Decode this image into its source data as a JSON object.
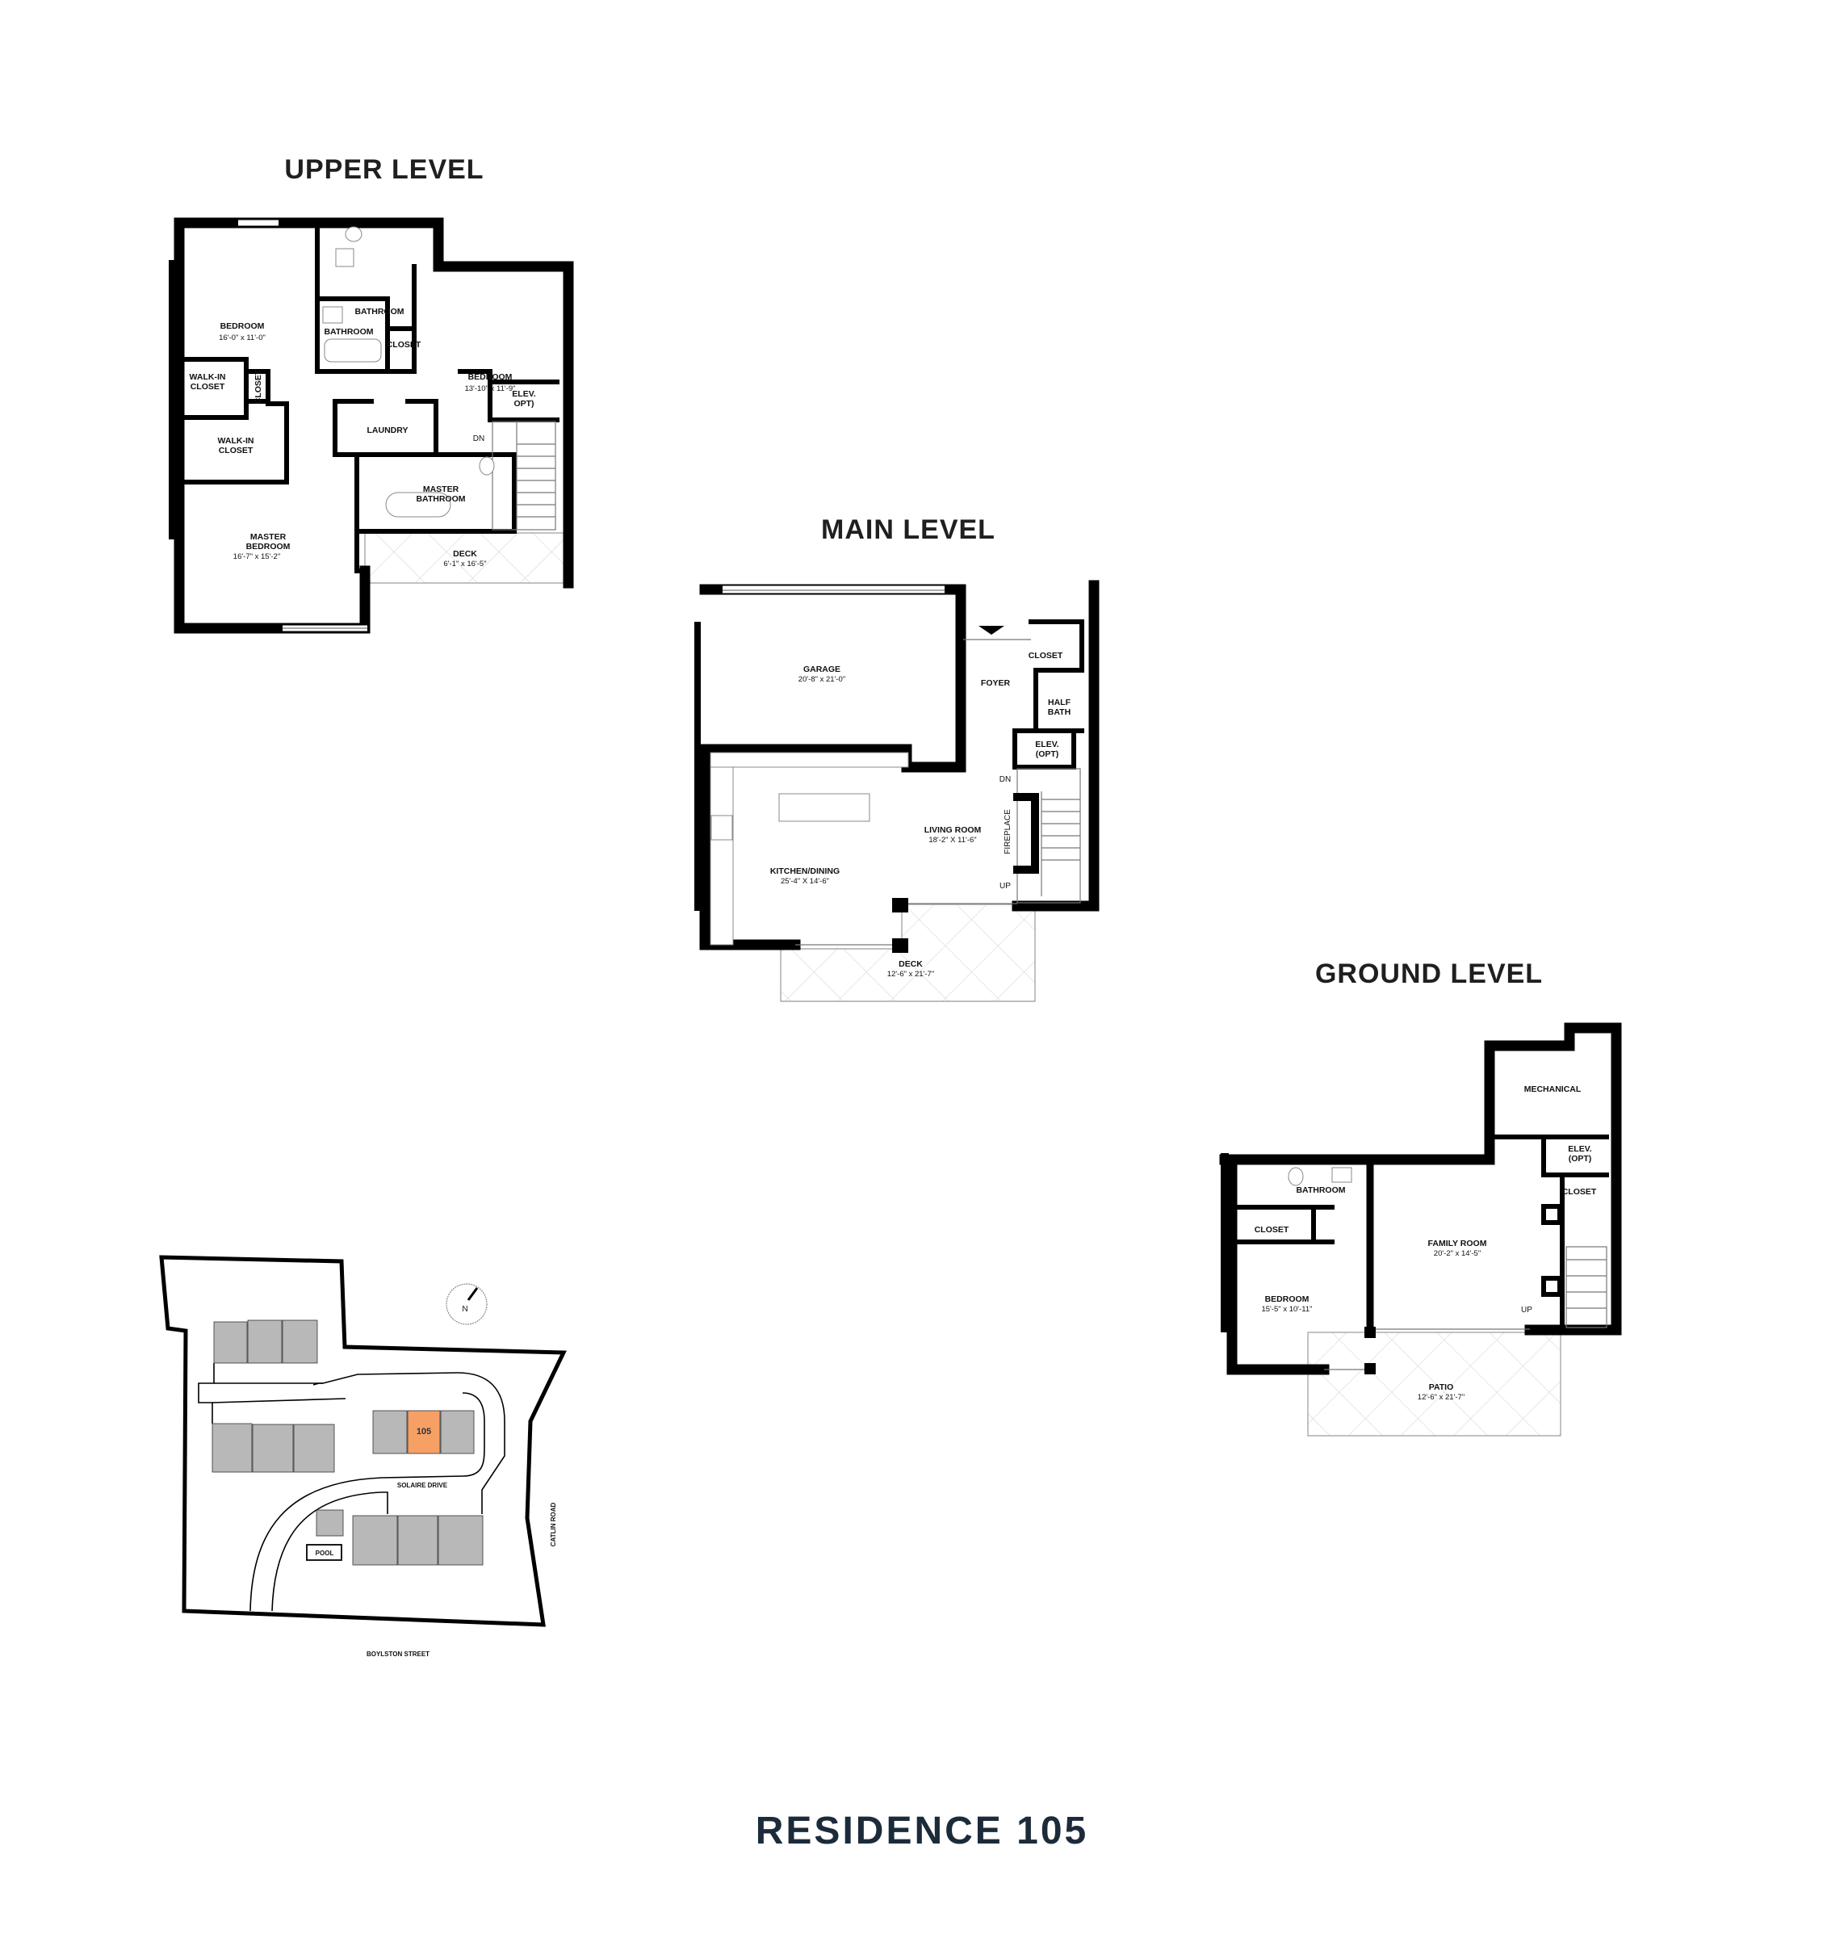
{
  "title": "RESIDENCE 105",
  "colors": {
    "highlight_unit": "#f6a066",
    "building": "#b8b8b8",
    "title": "#1c2b3a"
  },
  "upper_level": {
    "title": "UPPER LEVEL",
    "bedroom_1": {
      "name": "BEDROOM",
      "dims": "16'-0\" x 11'-0\""
    },
    "bathroom_1": {
      "name": "BATHROOM"
    },
    "bathroom_2": {
      "name": "BATHROOM"
    },
    "bedroom_2": {
      "name": "BEDROOM",
      "dims": "13'-10\" x 11'-9\""
    },
    "closet_1": {
      "name": "CLOSET"
    },
    "walk_in_1": {
      "line1": "WALK-IN",
      "line2": "CLOSET"
    },
    "closet_2": {
      "name": "CLOSET"
    },
    "elev": {
      "line1": "ELEV.",
      "line2": "OPT)"
    },
    "walk_in_2": {
      "line1": "WALK-IN",
      "line2": "CLOSET"
    },
    "laundry": {
      "name": "LAUNDRY"
    },
    "stairs": {
      "label": "DN"
    },
    "master_bath": {
      "line1": "MASTER",
      "line2": "BATHROOM"
    },
    "master_bed": {
      "line1": "MASTER",
      "line2": "BEDROOM",
      "dims": "16'-7\" x 15'-2\""
    },
    "deck": {
      "name": "DECK",
      "dims": "6'-1\" x 16'-5\""
    }
  },
  "main_level": {
    "title": "MAIN LEVEL",
    "garage": {
      "name": "GARAGE",
      "dims": "20'-8\" x 21'-0\""
    },
    "closet": {
      "name": "CLOSET"
    },
    "foyer": {
      "name": "FOYER"
    },
    "half_bath": {
      "line1": "HALF",
      "line2": "BATH"
    },
    "elev": {
      "line1": "ELEV.",
      "line2": "(OPT)"
    },
    "stairs_dn": "DN",
    "stairs_up": "UP",
    "fireplace": "FIREPLACE",
    "living": {
      "name": "LIVING ROOM",
      "dims": "18'-2\" X 11'-6\""
    },
    "kitchen": {
      "name": "KITCHEN/DINING",
      "dims": "25'-4\" X 14'-6\""
    },
    "deck": {
      "name": "DECK",
      "dims": "12'-6\" x 21'-7\""
    }
  },
  "ground_level": {
    "title": "GROUND LEVEL",
    "mechanical": {
      "name": "MECHANICAL"
    },
    "elev": {
      "line1": "ELEV.",
      "line2": "(OPT)"
    },
    "closet_1": {
      "name": "CLOSET"
    },
    "bathroom": {
      "name": "BATHROOM"
    },
    "closet_2": {
      "name": "CLOSET"
    },
    "family": {
      "name": "FAMILY ROOM",
      "dims": "20'-2\" x 14'-5\""
    },
    "bedroom": {
      "name": "BEDROOM",
      "dims": "15'-5\" x 10'-11\""
    },
    "stairs_up": "UP",
    "patio": {
      "name": "PATIO",
      "dims": "12'-6\" x 21'-7\""
    }
  },
  "site_plan": {
    "unit_label": "105",
    "compass": "N",
    "street_1": "SOLAIRE DRIVE",
    "street_2": "CATLIN ROAD",
    "street_3": "BOYLSTON STREET",
    "amenity": "POOL"
  }
}
